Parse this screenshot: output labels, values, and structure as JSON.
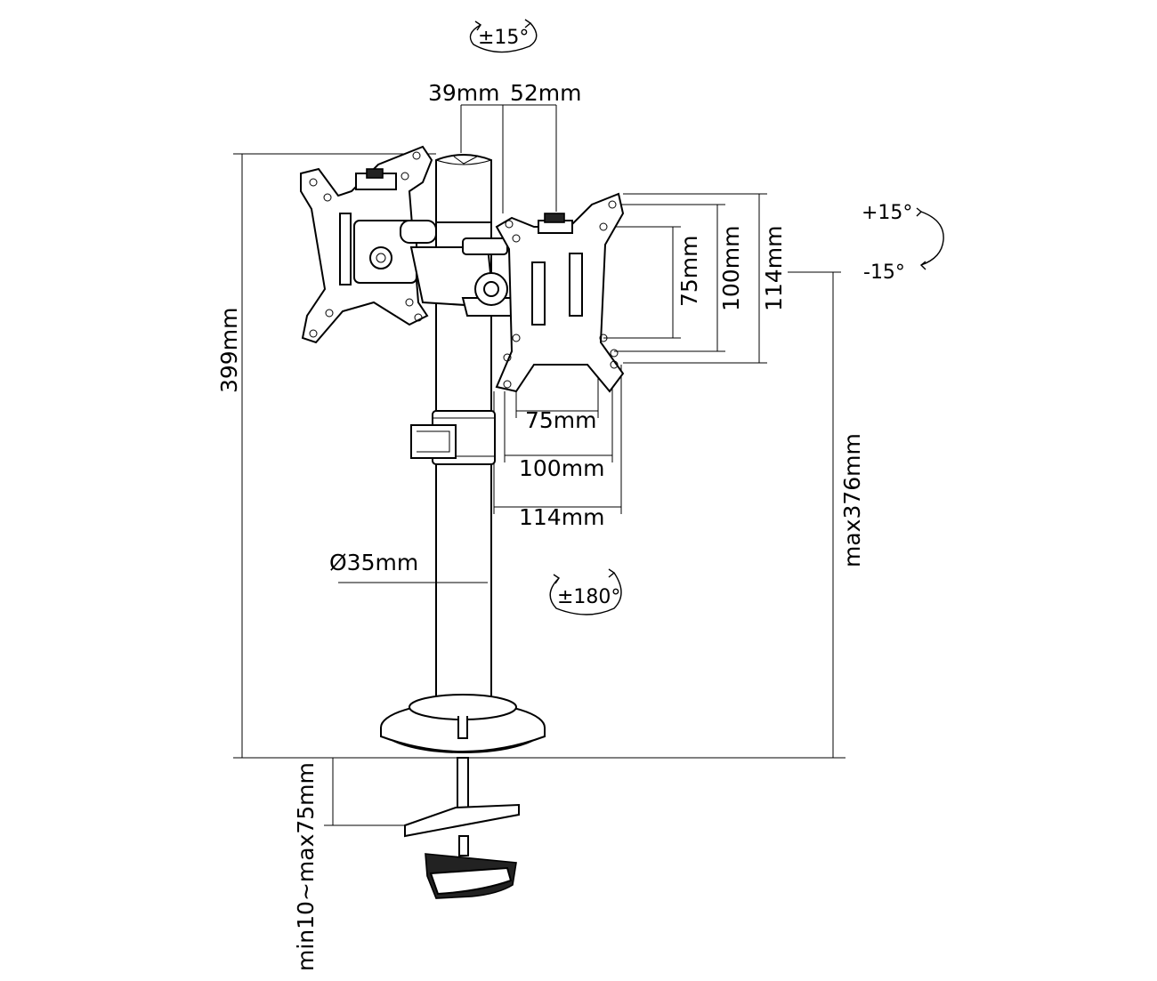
{
  "labels": {
    "tilt_top": "±15°",
    "offset_left": "39mm",
    "offset_right": "52mm",
    "total_height": "399mm",
    "vesa_v_75": "75mm",
    "vesa_v_100": "100mm",
    "vesa_v_114": "114mm",
    "vesa_h_75": "75mm",
    "vesa_h_100": "100mm",
    "vesa_h_114": "114mm",
    "tilt_plus": "+15°",
    "tilt_minus": "-15°",
    "max_height": "max376mm",
    "pole_diameter": "Ø35mm",
    "swivel": "±180°",
    "desk_thickness": "min10~max75mm"
  },
  "colors": {
    "line": "#000000",
    "background": "#ffffff"
  }
}
